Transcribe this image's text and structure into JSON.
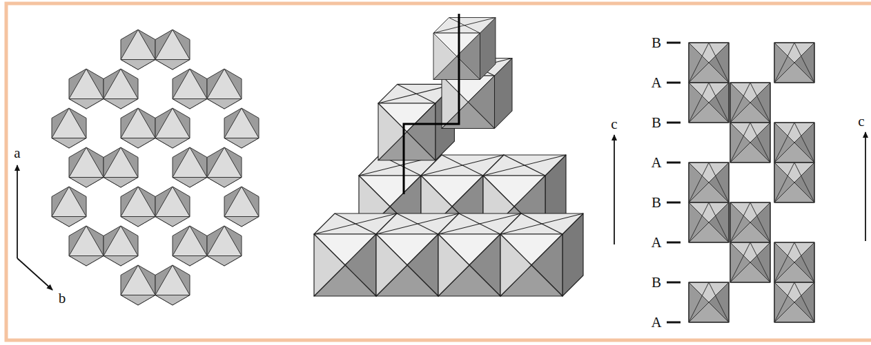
{
  "diagram": {
    "labels": [
      "a",
      "b",
      "c",
      "B",
      "A",
      "B",
      "A",
      "B",
      "A",
      "B",
      "A",
      "c"
    ]
  }
}
